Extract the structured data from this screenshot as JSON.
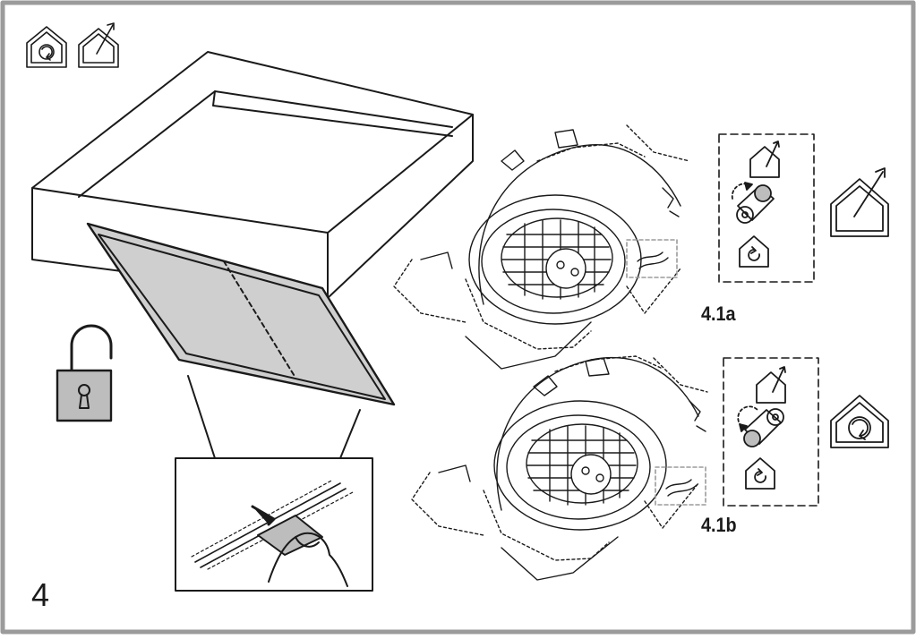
{
  "step": {
    "number": "4"
  },
  "variants": [
    {
      "label": "4.1a",
      "mode_icon": "ducted-exhaust-house-icon"
    },
    {
      "label": "4.1b",
      "mode_icon": "recirculation-house-icon"
    }
  ],
  "icons": {
    "header": [
      "recirculation-house-icon",
      "ducted-exhaust-house-icon"
    ],
    "unlock": "open-padlock-icon",
    "panel_steps": [
      "exhaust-house-icon",
      "rotate-knob-icon",
      "rotate-house-icon"
    ]
  },
  "colors": {
    "frame": "#9b9b9b",
    "line": "#1a1a1a",
    "filter_fill": "#cfcfcf",
    "lock_fill": "#bdbdbd"
  }
}
